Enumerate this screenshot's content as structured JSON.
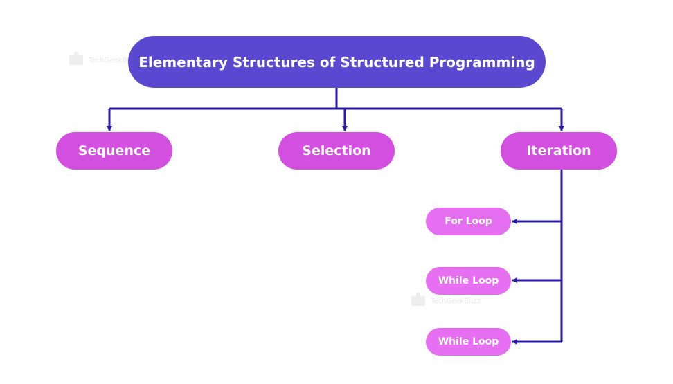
{
  "diagram": {
    "root": {
      "label": "Elementary Structures of Structured Programming"
    },
    "branches": [
      {
        "label": "Sequence"
      },
      {
        "label": "Selection"
      },
      {
        "label": "Iteration"
      }
    ],
    "iteration_children": [
      {
        "label": "For Loop"
      },
      {
        "label": "While Loop"
      },
      {
        "label": "While Loop"
      }
    ]
  },
  "watermark": {
    "text": "TechGeekBuzz"
  },
  "colors": {
    "root": "#5b48d0",
    "branch": "#d24fe0",
    "leaf": "#e56ff0",
    "connector": "#2a1aa8"
  }
}
